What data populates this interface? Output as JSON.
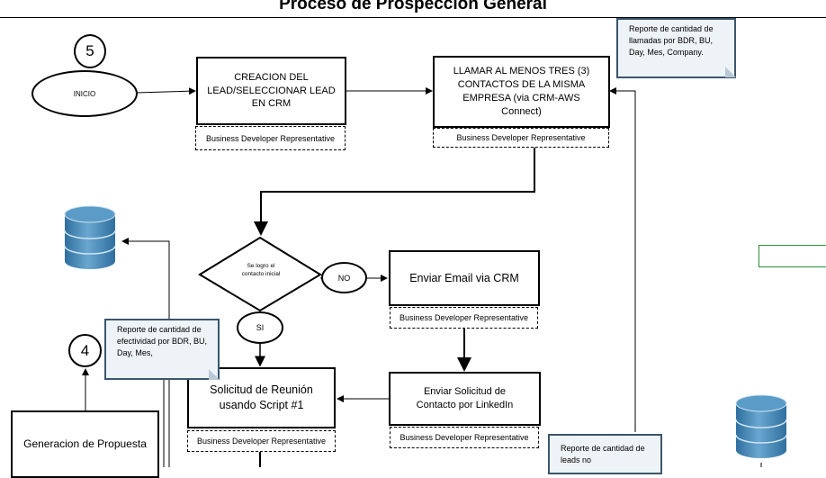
{
  "title": "Proceso de Prospeccion General",
  "connectors": {
    "num5": "5",
    "num4": "4"
  },
  "start": {
    "label": "INICIO"
  },
  "steps": {
    "crear_lead": "CREACION DEL LEAD/SELECCIONAR LEAD EN CRM",
    "llamar": "LLAMAR AL MENOS TRES (3) CONTACTOS DE LA MISMA EMPRESA (via CRM-AWS Connect)",
    "email": "Enviar Email via CRM",
    "linkedin": "Enviar Solicitud de Contacto por LinkedIn",
    "reunion": "Solicitud de Reunión usando Script #1",
    "propuesta": "Generacion de Propuesta"
  },
  "decision": {
    "label": "Se logro el contacto inicial",
    "no": "NO",
    "si": "SI"
  },
  "role_label": "Business Developer Representative",
  "notes": {
    "llamadas": "Reporte de cantidad de llamadas por BDR, BU, Day, Mes, Company.",
    "efectividad": "Reporte de cantidad de efectividad por BDR, BU, Day, Mes,",
    "leads": "Reporte de cantidad de leads no"
  },
  "colors": {
    "note_fill": "#eef3f7",
    "note_border": "#3b566e",
    "db_light": "#6aa7d0",
    "db_dark": "#2f6f9e",
    "green_box": "#2e8b3a"
  }
}
